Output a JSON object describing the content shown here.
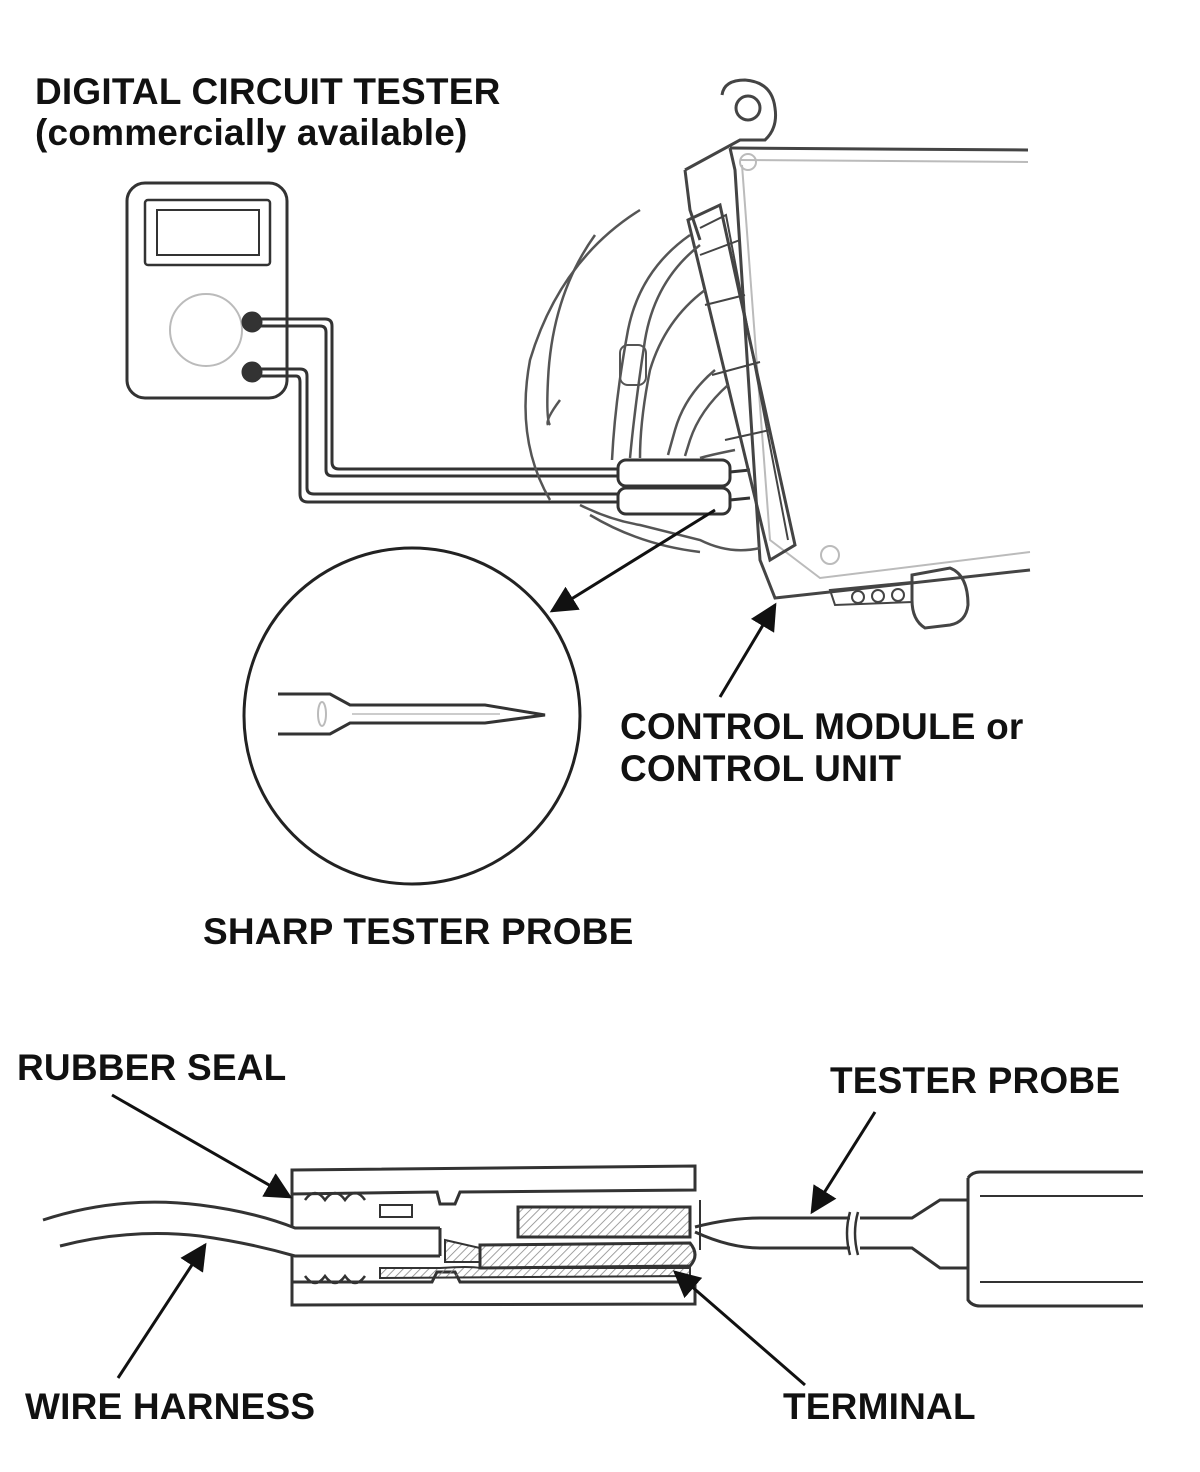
{
  "labels": {
    "tester_title": "DIGITAL CIRCUIT TESTER",
    "tester_subtitle": "(commercially available)",
    "control_module_line1": "CONTROL MODULE or",
    "control_module_line2": "CONTROL UNIT",
    "sharp_probe": "SHARP TESTER PROBE",
    "rubber_seal": "RUBBER SEAL",
    "tester_probe": "TESTER PROBE",
    "wire_harness": "WIRE HARNESS",
    "terminal": "TERMINAL"
  },
  "colors": {
    "ink": "#222222",
    "hatch": "#888888",
    "background": "#ffffff"
  }
}
